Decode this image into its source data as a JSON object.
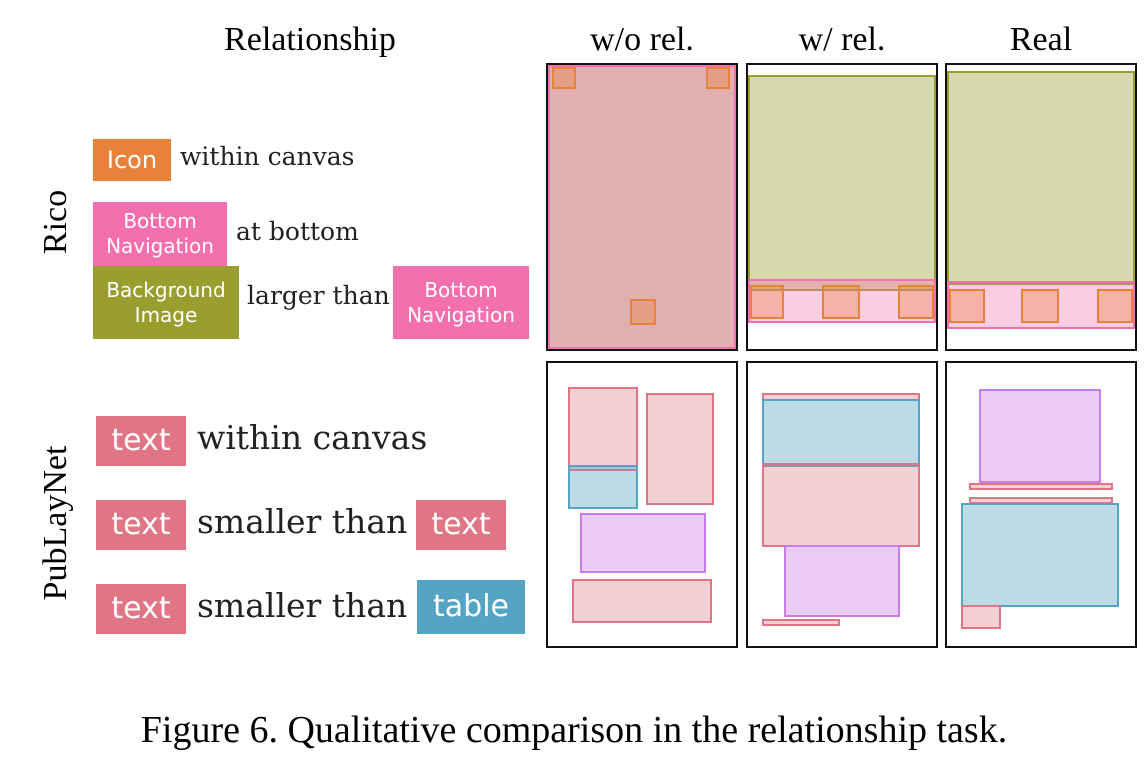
{
  "headers": {
    "relationship": "Relationship",
    "without_rel": "w/o rel.",
    "with_rel": "w/ rel.",
    "real": "Real"
  },
  "rows": {
    "rico": "Rico",
    "publaynet": "PubLayNet"
  },
  "rico_relations": [
    {
      "subject": "Icon",
      "relation": "within canvas",
      "object": ""
    },
    {
      "subject": "Bottom Navigation",
      "relation": "at bottom",
      "object": ""
    },
    {
      "subject": "Background Image",
      "relation": "larger than",
      "object": "Bottom Navigation"
    }
  ],
  "publaynet_relations": [
    {
      "subject": "text",
      "relation": "within canvas",
      "object": ""
    },
    {
      "subject": "text",
      "relation": "smaller than",
      "object": "text"
    },
    {
      "subject": "text",
      "relation": "smaller than",
      "object": "table"
    }
  ],
  "colors": {
    "icon": "#e8823a",
    "bottom_navigation": "#f46fae",
    "background_image": "#9a9e2e",
    "text": "#e07585",
    "table": "#56a4c4",
    "figure": "#c77de8"
  },
  "caption": "Figure 6. Qualitative comparison in the relationship task."
}
